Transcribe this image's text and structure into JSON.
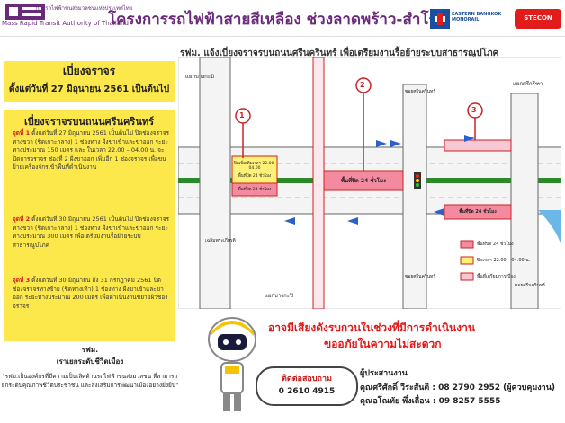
{
  "header": {
    "org_name_top": "การรถไฟฟ้าขนส่งมวลชนแห่งประเทศไทย",
    "org_name": "Mass Rapid Transit Authority of Thailand",
    "title": "โครงการรถไฟฟ้าสายสีเหลือง ช่วงลาดพร้าว-สำโรง",
    "ebm_text": "EASTERN BANGKOK MONORAIL",
    "stecon_text": "STECON"
  },
  "subtitle": "รฟม. แจ้งเบี่ยงจราจรบนถนนศรีนครินทร์ เพื่อเตรียมงานรื้อย้ายระบบสาธารณูปโภค",
  "date_box": {
    "title": "เบี่ยงจราจร",
    "line": "ตั้งแต่วันที่ 27 มิถุนายน  2561 เป็นต้นไป"
  },
  "steps": {
    "title": "เบี่ยงจราจรบนถนนศรีนครินทร์",
    "items": [
      {
        "label": "จุดที่ 1",
        "text": " ตั้งแต่วันที่ 27 มิถุนายน 2561 เป็นต้นไป ปิดช่องจราจรทางขวา (ชิดเกาะกลาง) 1 ช่องทาง ฝั่งขาเข้าและขาออก ระยะทางประมาณ 150 เมตร และ ในเวลา 22.00 – 04.00 น. จะปิดการจราจร ช่องที่ 2 ฝั่งขาออก เพิ่มอีก 1 ช่องจราจร เพื่อขนย้ายเครื่องจักรเข้าพื้นที่ดำเนินงาน"
      },
      {
        "label": "จุดที่ 2",
        "text": " ตั้งแต่วันที่ 30 มิถุนายน 2561 เป็นต้นไป ปิดช่องจราจรทางขวา (ชิดเกาะกลาง) 1 ช่องทาง ฝั่งขาเข้าและขาออก ระยะทางประมาณ 300 เมตร เพื่อเตรียมงานรื้อย้ายระบบสาธารณูปโภค"
      },
      {
        "label": "จุดที่ 3",
        "text": " ตั้งแต่วันที่ 30 มิถุนายน ถึง 31 กรกฎาคม 2561 ปิดช่องจราจรทางซ้าย (ชิดทางเท้า) 1 ช่องทาง ฝั่งขาเข้าและขาออก ระยะทางประมาณ 200 เมตร เพื่อดำเนินงานขยายผิวช่องจราจร"
      }
    ]
  },
  "footer_left": {
    "line1": "รฟม.",
    "line2": "เราเยกระดับชีวิตเมือง",
    "line3": "\"รฟม.เป็นองค์กรที่มีความเป็นเลิศด้านรถไฟฟ้าขนส่งมวลชน ที่สามารถยกระดับคุณภาพชีวิตประชาชน และส่งเสริมการพัฒนาเมืองอย่างยั่งยืน\""
  },
  "map": {
    "label_top_left": "แยกบางกะปิ",
    "label_top_right": "แยกศรีกรีฑา",
    "label_road_left": "เฉลิมพระเกียรติ",
    "label_road_mid": "ซอยศรีนครินทร์",
    "label_road_right": "ซอยศรีนครินทร์",
    "label_bottom_left": "แยกบางกะปิ",
    "label_soi_bottom": "ซอยศรีนครินทร์",
    "marker_1": "1",
    "marker_2": "2",
    "marker_3": "3",
    "zone_2_text": "พื้นที่ปิด 24 ชั่วโมง",
    "zone_3_text": "พื้นที่ปิด 24 ชั่วโมง",
    "zone_1_text_a": "ปิดเพิ่มเติมเวลา 22.00-04.00",
    "zone_1_text_b": "พื้นที่ปิด 24 ชั่วโมง",
    "zone_1_text_c": "พื้นที่ปิด 24 ชั่วโมง",
    "legend": [
      {
        "color": "#f48aa0",
        "text": "พื้นที่ปิด 24 ชั่วโมง"
      },
      {
        "color": "#fff176",
        "text": "ปิดเวลา 22.00 – 04.00 น."
      },
      {
        "color": "#f8c8d4",
        "text": "พื้นที่เตรียมการเบี่ยง"
      }
    ]
  },
  "warning": {
    "line1": "อาจมีเสียงดังรบกวนในช่วงที่มีการดำเนินงาน",
    "line2": "ขออภัยในความไม่สะดวก"
  },
  "contact": {
    "title": "ติดต่อสอบถาม",
    "phone": "0 2610 4915"
  },
  "coordinators": {
    "label": "ผู้ประสานงาน",
    "line1": "คุณศรีศักดิ์ วีระสันติ : 08 2790 2952 (ผู้ควบคุมงาน)",
    "line2": "คุณอโณทัย พึ่งเถื่อน : 09 8257 5555"
  },
  "colors": {
    "brand_purple": "#6a2a7a",
    "yellow": "#fde84b",
    "red_text": "#e01a1a",
    "closure_pink": "#f48aa0"
  }
}
